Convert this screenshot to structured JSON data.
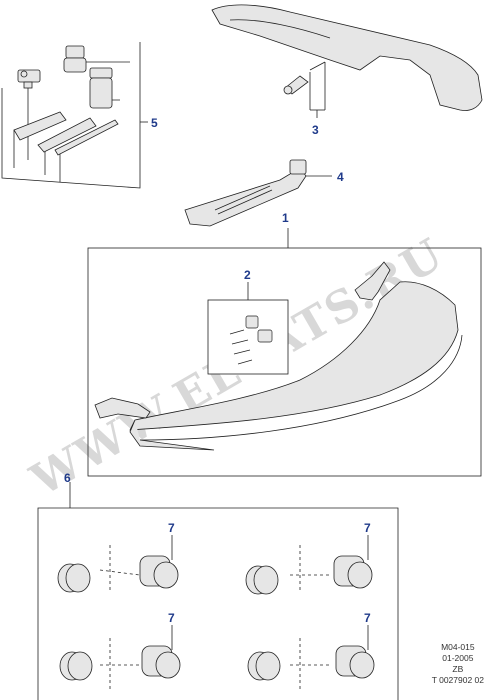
{
  "watermark": "WWW.ELCATS.RU",
  "callouts": {
    "c1": "1",
    "c2": "2",
    "c3": "3",
    "c4": "4",
    "c5": "5",
    "c6": "6",
    "c7a": "7",
    "c7b": "7",
    "c7c": "7",
    "c7d": "7"
  },
  "meta": {
    "code": "M04-015",
    "date": "01-2005",
    "variant": "ZB",
    "reference": "T 0027902 02"
  },
  "colors": {
    "callout": "#1f3a8a",
    "line": "#222222",
    "fill": "#e6e6e6"
  }
}
